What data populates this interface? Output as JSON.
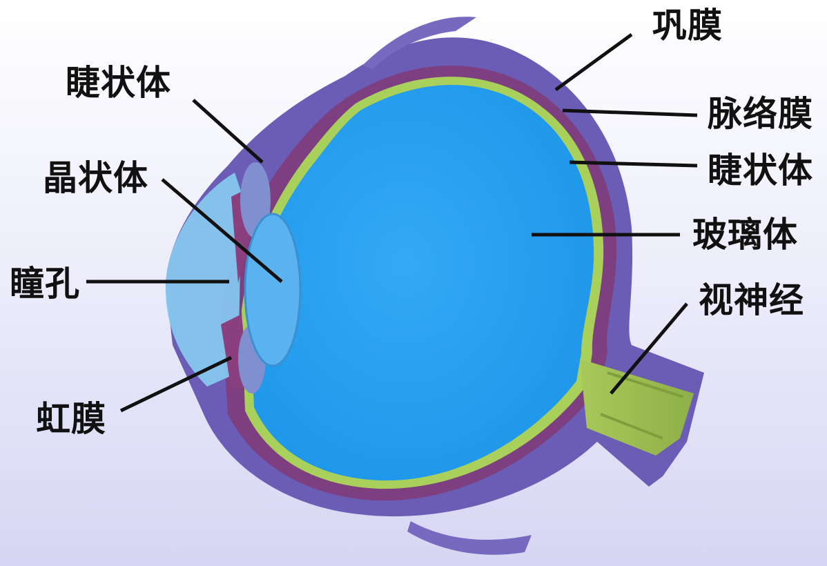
{
  "labels": {
    "sclera": "巩膜",
    "choroid": "脉络膜",
    "retina": "睫状体",
    "vitreous_body": "玻璃体",
    "optic_nerve": "视神经",
    "ciliary_body": "睫状体",
    "lens": "晶状体",
    "pupil": "瞳孔",
    "iris": "虹膜"
  },
  "colors": {
    "vitreous": "#2aa3f0",
    "sclera": "#6f60b8",
    "choroid": "#8a3f7e",
    "retina": "#b6d25a",
    "cornea": "#8cc8f0",
    "leader_lines": "#111111"
  }
}
